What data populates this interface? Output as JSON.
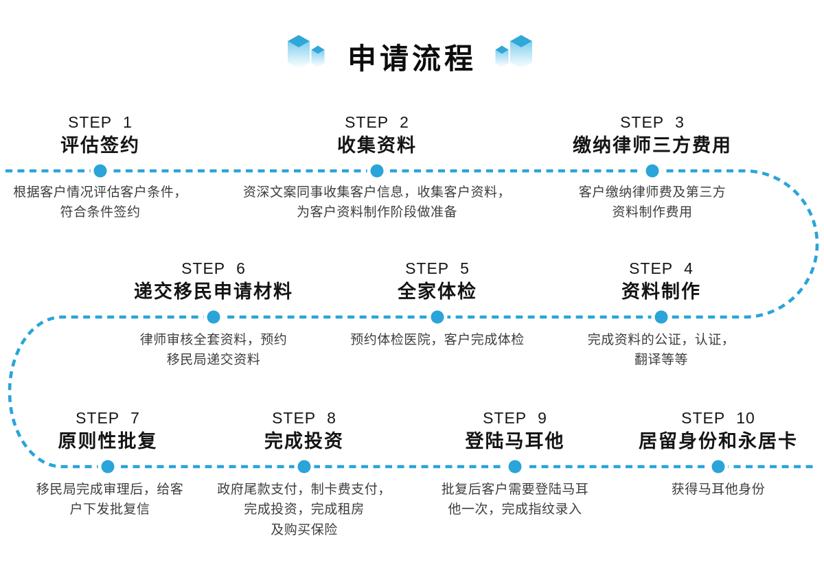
{
  "title": "申请流程",
  "accent_color": "#2AA4D9",
  "text_colors": {
    "heading": "#141414",
    "description": "#3e3e3e"
  },
  "decorations": {
    "left_icon": "isometric-cubes-icon",
    "right_icon": "isometric-cubes-icon"
  },
  "steps": [
    {
      "label": "STEP 1",
      "title": "评估签约",
      "desc": "根据客户情况评估客户条件，\n符合条件签约"
    },
    {
      "label": "STEP 2",
      "title": "收集资料",
      "desc": "资深文案同事收集客户信息，收集客户资料，\n为客户资料制作阶段做准备"
    },
    {
      "label": "STEP 3",
      "title": "缴纳律师三方费用",
      "desc": "客户缴纳律师费及第三方\n资料制作费用"
    },
    {
      "label": "STEP 4",
      "title": "资料制作",
      "desc": "完成资料的公证，认证，\n翻译等等"
    },
    {
      "label": "STEP 5",
      "title": "全家体检",
      "desc": "预约体检医院，客户完成体检"
    },
    {
      "label": "STEP 6",
      "title": "递交移民申请材料",
      "desc": "律师审核全套资料，预约\n移民局递交资料"
    },
    {
      "label": "STEP 7",
      "title": "原则性批复",
      "desc": "移民局完成审理后，给客\n户下发批复信"
    },
    {
      "label": "STEP 8",
      "title": "完成投资",
      "desc": "政府尾款支付，制卡费支付，\n完成投资，完成租房\n及购买保险"
    },
    {
      "label": "STEP 9",
      "title": "登陆马耳他",
      "desc": "批复后客户需要登陆马耳\n他一次，完成指纹录入"
    },
    {
      "label": "STEP 10",
      "title": "居留身份和永居卡",
      "desc": "获得马耳他身份"
    }
  ]
}
